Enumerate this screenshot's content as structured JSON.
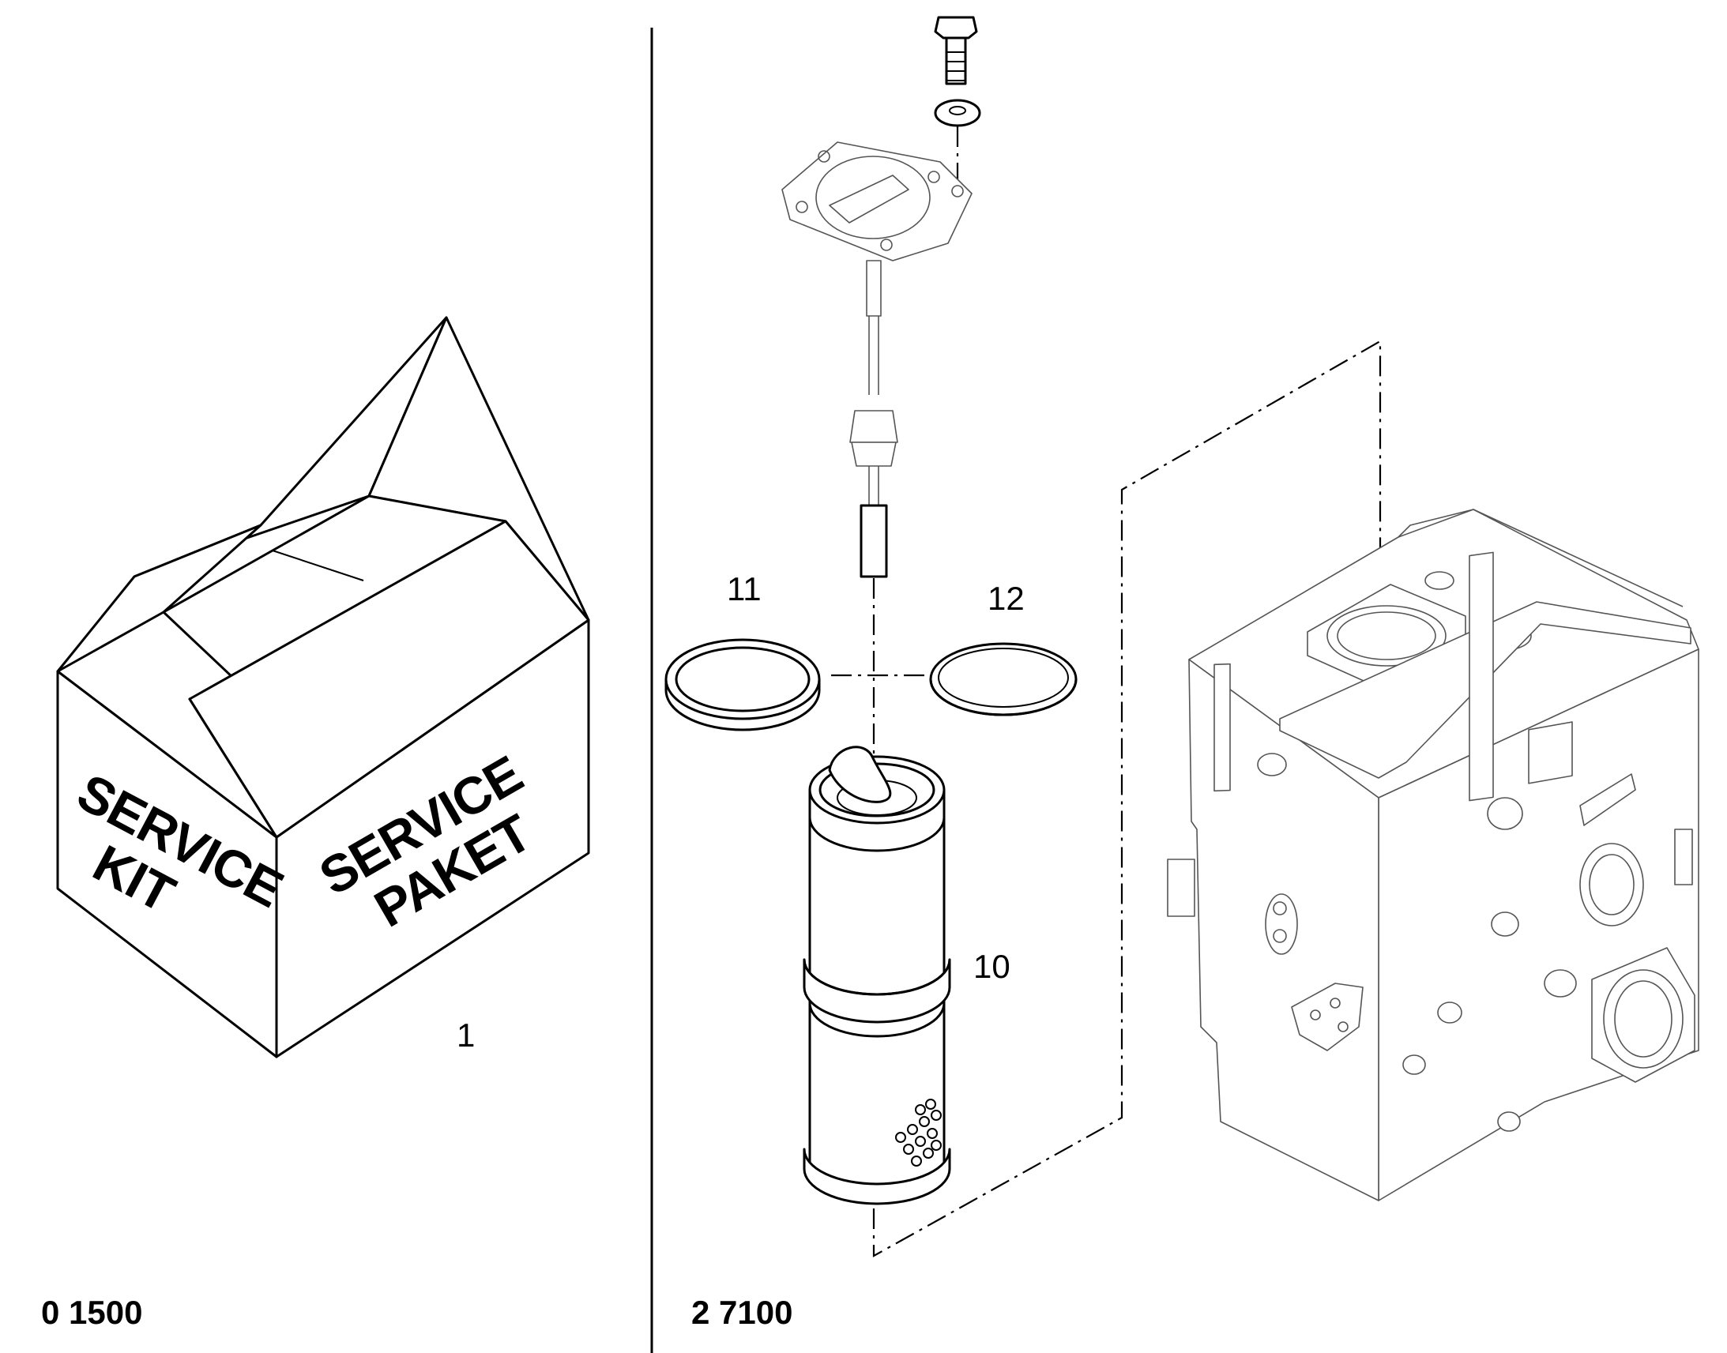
{
  "sections": [
    {
      "code": "0 1500",
      "callouts": [
        {
          "number": "1",
          "box_text_left": [
            "SERVICE",
            "KIT"
          ],
          "box_text_right": [
            "SERVICE",
            "PAKET"
          ]
        }
      ]
    },
    {
      "code": "2 7100",
      "callouts": [
        {
          "number": "10"
        },
        {
          "number": "11"
        },
        {
          "number": "12"
        }
      ]
    }
  ],
  "icons": [
    "service-kit-box-icon",
    "dipstick-cover-icon",
    "bolt-icon",
    "washer-icon",
    "filter-element-icon",
    "seal-ring-icon",
    "gearbox-housing-icon"
  ]
}
